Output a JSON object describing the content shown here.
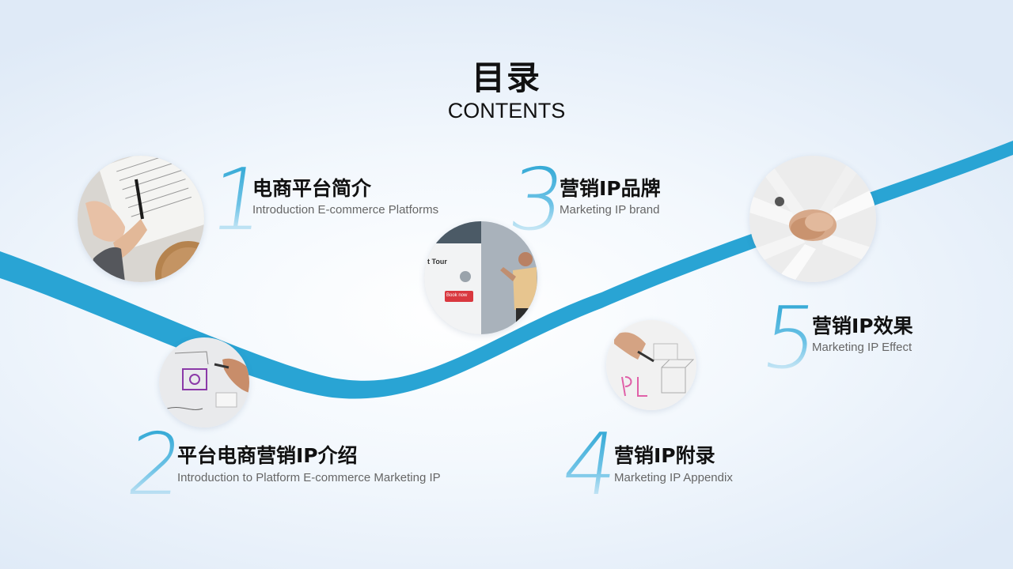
{
  "title": {
    "cn": "目录",
    "en": "CONTENTS"
  },
  "items": [
    {
      "number": "1",
      "title": "电商平台简介",
      "subtitle": "Introduction E-commerce Platforms"
    },
    {
      "number": "2",
      "title": "平台电商营销IP介绍",
      "subtitle": "Introduction to Platform E-commerce Marketing IP"
    },
    {
      "number": "3",
      "title": "营销IP品牌",
      "subtitle": "Marketing IP brand"
    },
    {
      "number": "4",
      "title": "营销IP附录",
      "subtitle": "Marketing IP Appendix"
    },
    {
      "number": "5",
      "title": "营销IP效果",
      "subtitle": "Marketing IP Effect"
    }
  ],
  "photo_text": {
    "tour": "t Tour",
    "book_now": "Book now"
  },
  "colors": {
    "accent": "#2aa5d3",
    "wave": "#29a4d4"
  }
}
